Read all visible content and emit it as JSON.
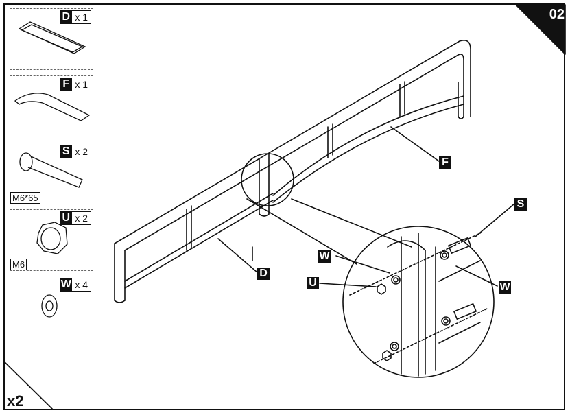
{
  "step": {
    "number": "02"
  },
  "multiplier": "x2",
  "parts": [
    {
      "letter": "D",
      "qty": "x 1",
      "spec": ""
    },
    {
      "letter": "F",
      "qty": "x 1",
      "spec": ""
    },
    {
      "letter": "S",
      "qty": "x 2",
      "spec": "M6*65"
    },
    {
      "letter": "U",
      "qty": "x 2",
      "spec": "M6"
    },
    {
      "letter": "W",
      "qty": "x 4",
      "spec": ""
    }
  ],
  "callouts": {
    "f": "F",
    "d": "D",
    "s": "S",
    "w_left": "W",
    "w_right": "W",
    "u": "U"
  }
}
